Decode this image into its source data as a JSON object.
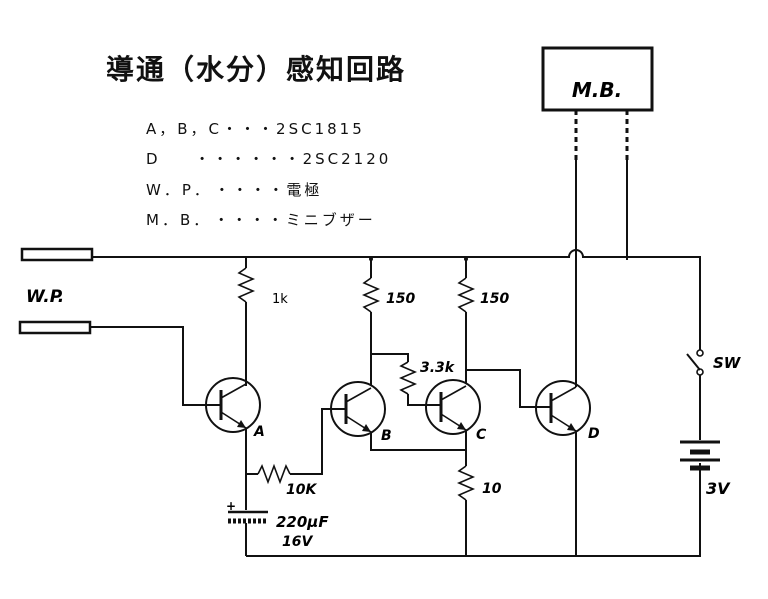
{
  "title": "導通（水分）感知回路",
  "legend": [
    {
      "key": "A，B，C",
      "dots": "・・・",
      "value": "2SC1815"
    },
    {
      "key": "D",
      "dots": "・・・・・・",
      "value": "2SC2120"
    },
    {
      "key": "W．P．",
      "dots": "・・・・",
      "value": "電極"
    },
    {
      "key": "M．B．",
      "dots": "・・・・",
      "value": "ミニブザー"
    }
  ],
  "buzzer_label": "M.B.",
  "electrode_label": "W.P.",
  "transistors": [
    "A",
    "B",
    "C",
    "D"
  ],
  "resistors": {
    "r_a_collector": "1k",
    "r_b_collector": "150",
    "r_c_collector": "150",
    "r_bc": "3.3k",
    "r_base_b": "10K",
    "r_emitter_c": "10"
  },
  "capacitor": {
    "value": "220μF",
    "voltage": "16V"
  },
  "switch_label": "SW",
  "battery_label": "3V"
}
